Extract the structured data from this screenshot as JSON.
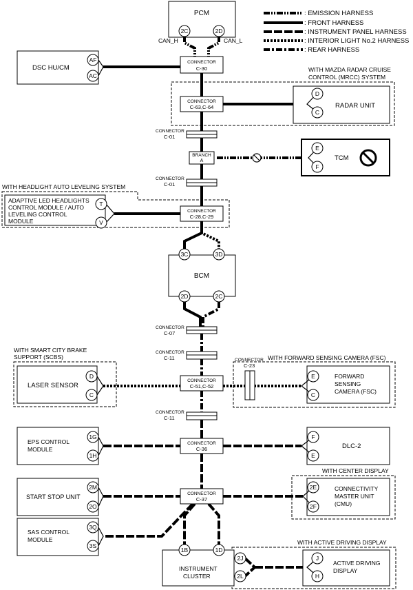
{
  "legend": {
    "emission": ": EMISSION HARNESS",
    "front": ": FRONT HARNESS",
    "instrument": ": INSTRUMENT PANEL HARNESS",
    "interior": ": INTERIOR LIGHT No.2 HARNESS",
    "rear": ": REAR HARNESS"
  },
  "pcm": {
    "label": "PCM",
    "pin_left": "2C",
    "pin_right": "2D",
    "can_h": "CAN_H",
    "can_l": "CAN_L"
  },
  "dsc": {
    "label": "DSC HU/CM",
    "pin_top": "AF",
    "pin_bottom": "AC"
  },
  "c30": {
    "l1": "CONNECTOR",
    "l2": "C-30"
  },
  "mrcc": {
    "group_l1": "WITH MAZDA RADAR CRUISE",
    "group_l2": "CONTROL (MRCC) SYSTEM",
    "label": "RADAR UNIT",
    "pin_top": "D",
    "pin_bottom": "C"
  },
  "c63": {
    "l1": "CONNECTOR",
    "l2": "C-63,C-64"
  },
  "c01a": {
    "l1": "CONNECTOR",
    "l2": "C-01"
  },
  "branch": {
    "l1": "BRANCH",
    "l2": "A"
  },
  "tcm": {
    "label": "TCM",
    "pin_top": "E",
    "pin_bottom": "F"
  },
  "c01b": {
    "l1": "CONNECTOR",
    "l2": "C-01"
  },
  "hal": {
    "group": "WITH HEADLIGHT AUTO LEVELING SYSTEM",
    "l1": "ADAPTIVE LED HEADLIGHTS",
    "l2": "CONTROL MODULE / AUTO",
    "l3": "LEVELING CONTROL",
    "l4": "MODULE",
    "pin_top": "T",
    "pin_bottom": "V"
  },
  "c28": {
    "l1": "CONNECTOR",
    "l2": "C-28,C-29"
  },
  "bcm": {
    "label": "BCM",
    "pin_tl": "3C",
    "pin_tr": "3D",
    "pin_bl": "2D",
    "pin_br": "2C"
  },
  "c07": {
    "l1": "CONNECTOR",
    "l2": "C-07"
  },
  "c11a": {
    "l1": "CONNECTOR",
    "l2": "C-11"
  },
  "scbs": {
    "group_l1": "WITH SMART CITY BRAKE",
    "group_l2": "SUPPORT (SCBS)",
    "label": "LASER SENSOR",
    "pin_top": "D",
    "pin_bottom": "C"
  },
  "c51": {
    "l1": "CONNECTOR",
    "l2": "C-51,C-52"
  },
  "c23": {
    "l1": "CONNECTOR",
    "l2": "C-23"
  },
  "fsc": {
    "group": "WITH FORWARD SENSING CAMERA (FSC)",
    "l1": "FORWARD",
    "l2": "SENSING",
    "l3": "CAMERA (FSC)",
    "pin_top": "E",
    "pin_bottom": "C"
  },
  "c11b": {
    "l1": "CONNECTOR",
    "l2": "C-11"
  },
  "eps": {
    "l1": "EPS CONTROL",
    "l2": "MODULE",
    "pin_top": "1G",
    "pin_bottom": "1H"
  },
  "c36": {
    "l1": "CONNECTOR",
    "l2": "C-36"
  },
  "dlc": {
    "label": "DLC-2",
    "pin_top": "F",
    "pin_bottom": "E"
  },
  "cmu": {
    "group": "WITH CENTER DISPLAY",
    "l1": "CONNECTIVITY",
    "l2": "MASTER UNIT",
    "l3": "(CMU)",
    "pin_top": "2E",
    "pin_bottom": "2F"
  },
  "ssu": {
    "label": "START STOP UNIT",
    "pin_top": "2M",
    "pin_bottom": "2O"
  },
  "c37": {
    "l1": "CONNECTOR",
    "l2": "C-37"
  },
  "sas": {
    "l1": "SAS CONTROL",
    "l2": "MODULE",
    "pin_top": "3Q",
    "pin_bottom": "3S"
  },
  "cluster": {
    "l1": "INSTRUMENT",
    "l2": "CLUSTER",
    "pin_tl": "1B",
    "pin_tr": "1D",
    "pin_rt": "2J",
    "pin_rb": "2L"
  },
  "add": {
    "group": "WITH ACTIVE DRIVING DISPLAY",
    "l1": "ACTIVE DRIVING",
    "l2": "DISPLAY",
    "pin_top": "J",
    "pin_bottom": "H"
  }
}
